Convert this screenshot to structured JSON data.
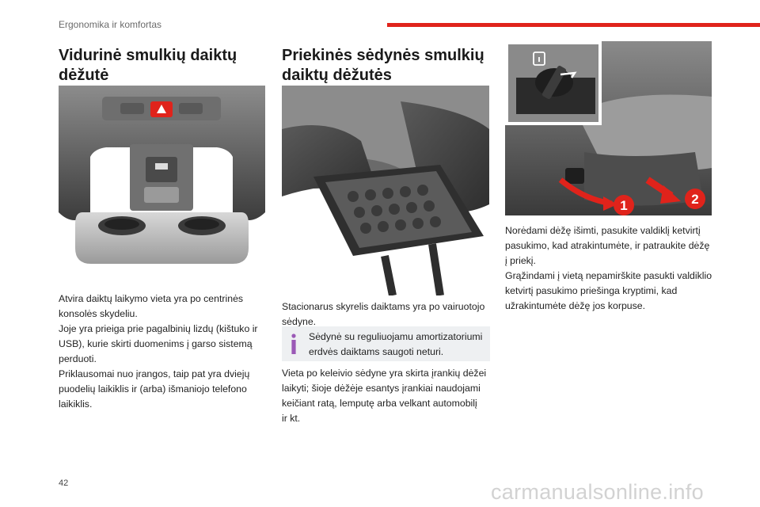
{
  "header": {
    "section": "Ergonomika ir komfortas",
    "accent_color": "#e0231b"
  },
  "col1": {
    "title_line1": "Vidurinė smulkių daiktų",
    "title_line2": "dėžutė",
    "para_lines": [
      "Atvira daiktų laikymo vieta yra po centrinės",
      "konsolės skydeliu.",
      "Joje yra prieiga prie pagalbinių lizdų (kištuko ir",
      "USB), kurie skirti duomenims į garso sistemą",
      "perduoti.",
      "Priklausomai nuo įrangos, taip pat yra dviejų",
      "puodelių laikiklis ir (arba) išmaniojo telefono",
      "laikiklis."
    ]
  },
  "col2": {
    "title_line1": "Priekinės sėdynės smulkių",
    "title_line2": "daiktų dėžutės",
    "para1_lines": [
      "Stacionarus skyrelis daiktams yra po vairuotojo",
      "sėdyne."
    ],
    "info_lines": [
      "Sėdynė su reguliuojamu amortizatoriumi",
      "erdvės daiktams saugoti neturi."
    ],
    "info_icon": "info-icon",
    "info_color": "#9b59b6",
    "para2_lines": [
      "Vieta po keleivio sėdyne yra skirta įrankių dėžei",
      "laikyti; šioje dėžėje esantys įrankiai naudojami",
      "keičiant ratą, lemputę arba velkant automobilį",
      "ir kt."
    ]
  },
  "col3": {
    "callouts": [
      "1",
      "2"
    ],
    "callout_color": "#e0231b",
    "para_lines": [
      "Norėdami dėžę išimti, pasukite valdiklį ketvirtį",
      "pasukimo, kad atrakintumėte, ir patraukite dėžę",
      "į priekį.",
      "Grąžindami į vietą nepamirškite pasukti valdiklio",
      "ketvirtį pasukimo priešinga kryptimi, kad",
      "užrakintumėte dėžę jos korpuse."
    ]
  },
  "footer": {
    "page_number": "42",
    "watermark": "carmanualsonline.info"
  }
}
